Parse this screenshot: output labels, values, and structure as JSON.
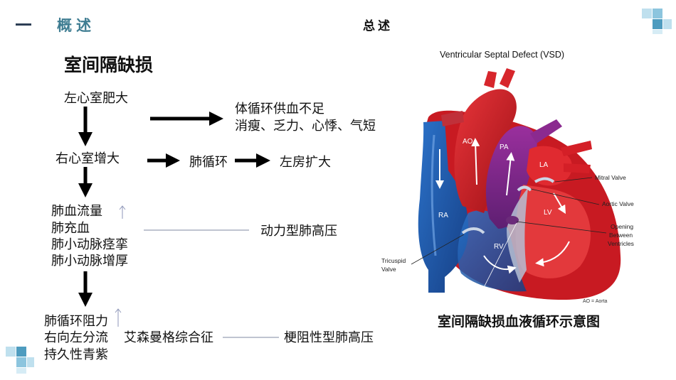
{
  "header": {
    "section_label": "概述",
    "center_title": "总述"
  },
  "main_title": "室间隔缺损",
  "flow": {
    "step1": "左心室肥大",
    "step1_result_line1": "体循环供血不足",
    "step1_result_line2": "消瘦、乏力、心悸、气短",
    "step2": "右心室增大",
    "step2_target": "肺循环",
    "step2_result": "左房扩大",
    "step3_lines": [
      "肺血流量",
      "肺充血",
      "肺小动脉痉挛",
      "肺小动脉增厚"
    ],
    "step3_result": "动力型肺高压",
    "step4_lines": [
      "肺循环阻力",
      "右向左分流",
      "持久性青紫"
    ],
    "step4_syndrome": "艾森曼格综合征",
    "step4_result": "梗阻性型肺高压"
  },
  "figure": {
    "title": "Ventricular Septal Defect (VSD)",
    "chamber_labels": {
      "ao": "AO",
      "pa": "PA",
      "la": "LA",
      "lv": "LV",
      "ra": "RA",
      "rv": "RV"
    },
    "callouts": {
      "mitral": "Mitral Valve",
      "aortic": "Aortic Valve",
      "opening_line1": "Opening",
      "opening_line2": "Between",
      "opening_line3": "Ventricles",
      "tricuspid_line1": "Tricuspid",
      "tricuspid_line2": "Valve"
    },
    "legend_note": "AO = Aorta",
    "caption": "室间隔缺损血液循环示意图"
  },
  "colors": {
    "section_label": "#3f7d92",
    "deco_light": "#bfe0ee",
    "deco_mid": "#8cc5de",
    "deco_dark": "#4e9cbf",
    "arterial_red": "#d71b22",
    "venous_blue": "#1f5fb5",
    "mixed_purple": "#7a2a8a"
  }
}
